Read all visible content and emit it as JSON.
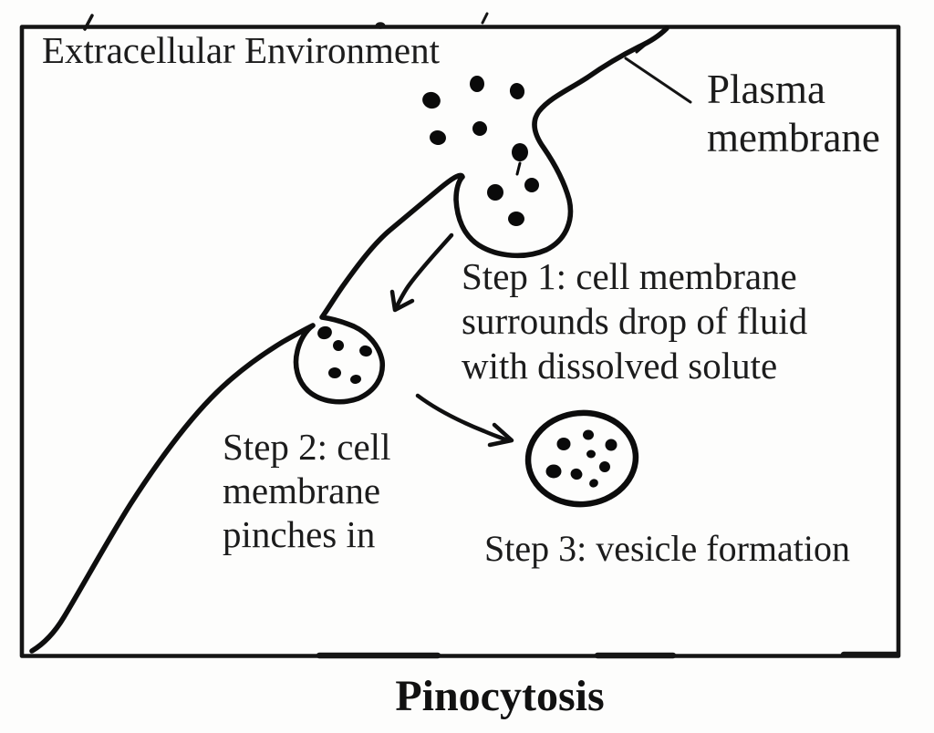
{
  "title": "Pinocytosis",
  "labels": {
    "extracellular": "Extracellular Environment",
    "plasma_membrane": "Plasma\nmembrane"
  },
  "steps": {
    "step1": "Step 1: cell membrane\nsurrounds drop of fluid\nwith dissolved solute",
    "step2": "Step 2: cell\nmembrane\npinches in",
    "step3": "Step 3: vesicle formation"
  },
  "figure": {
    "ink_color": "#0e0e0e",
    "paper_color": "#fdfdfc",
    "solute_dot_counts": {
      "extracellular_fluid": 5,
      "step1_invagination": 4,
      "step2_pinching_pocket": 5,
      "step3_vesicle": 8
    }
  }
}
